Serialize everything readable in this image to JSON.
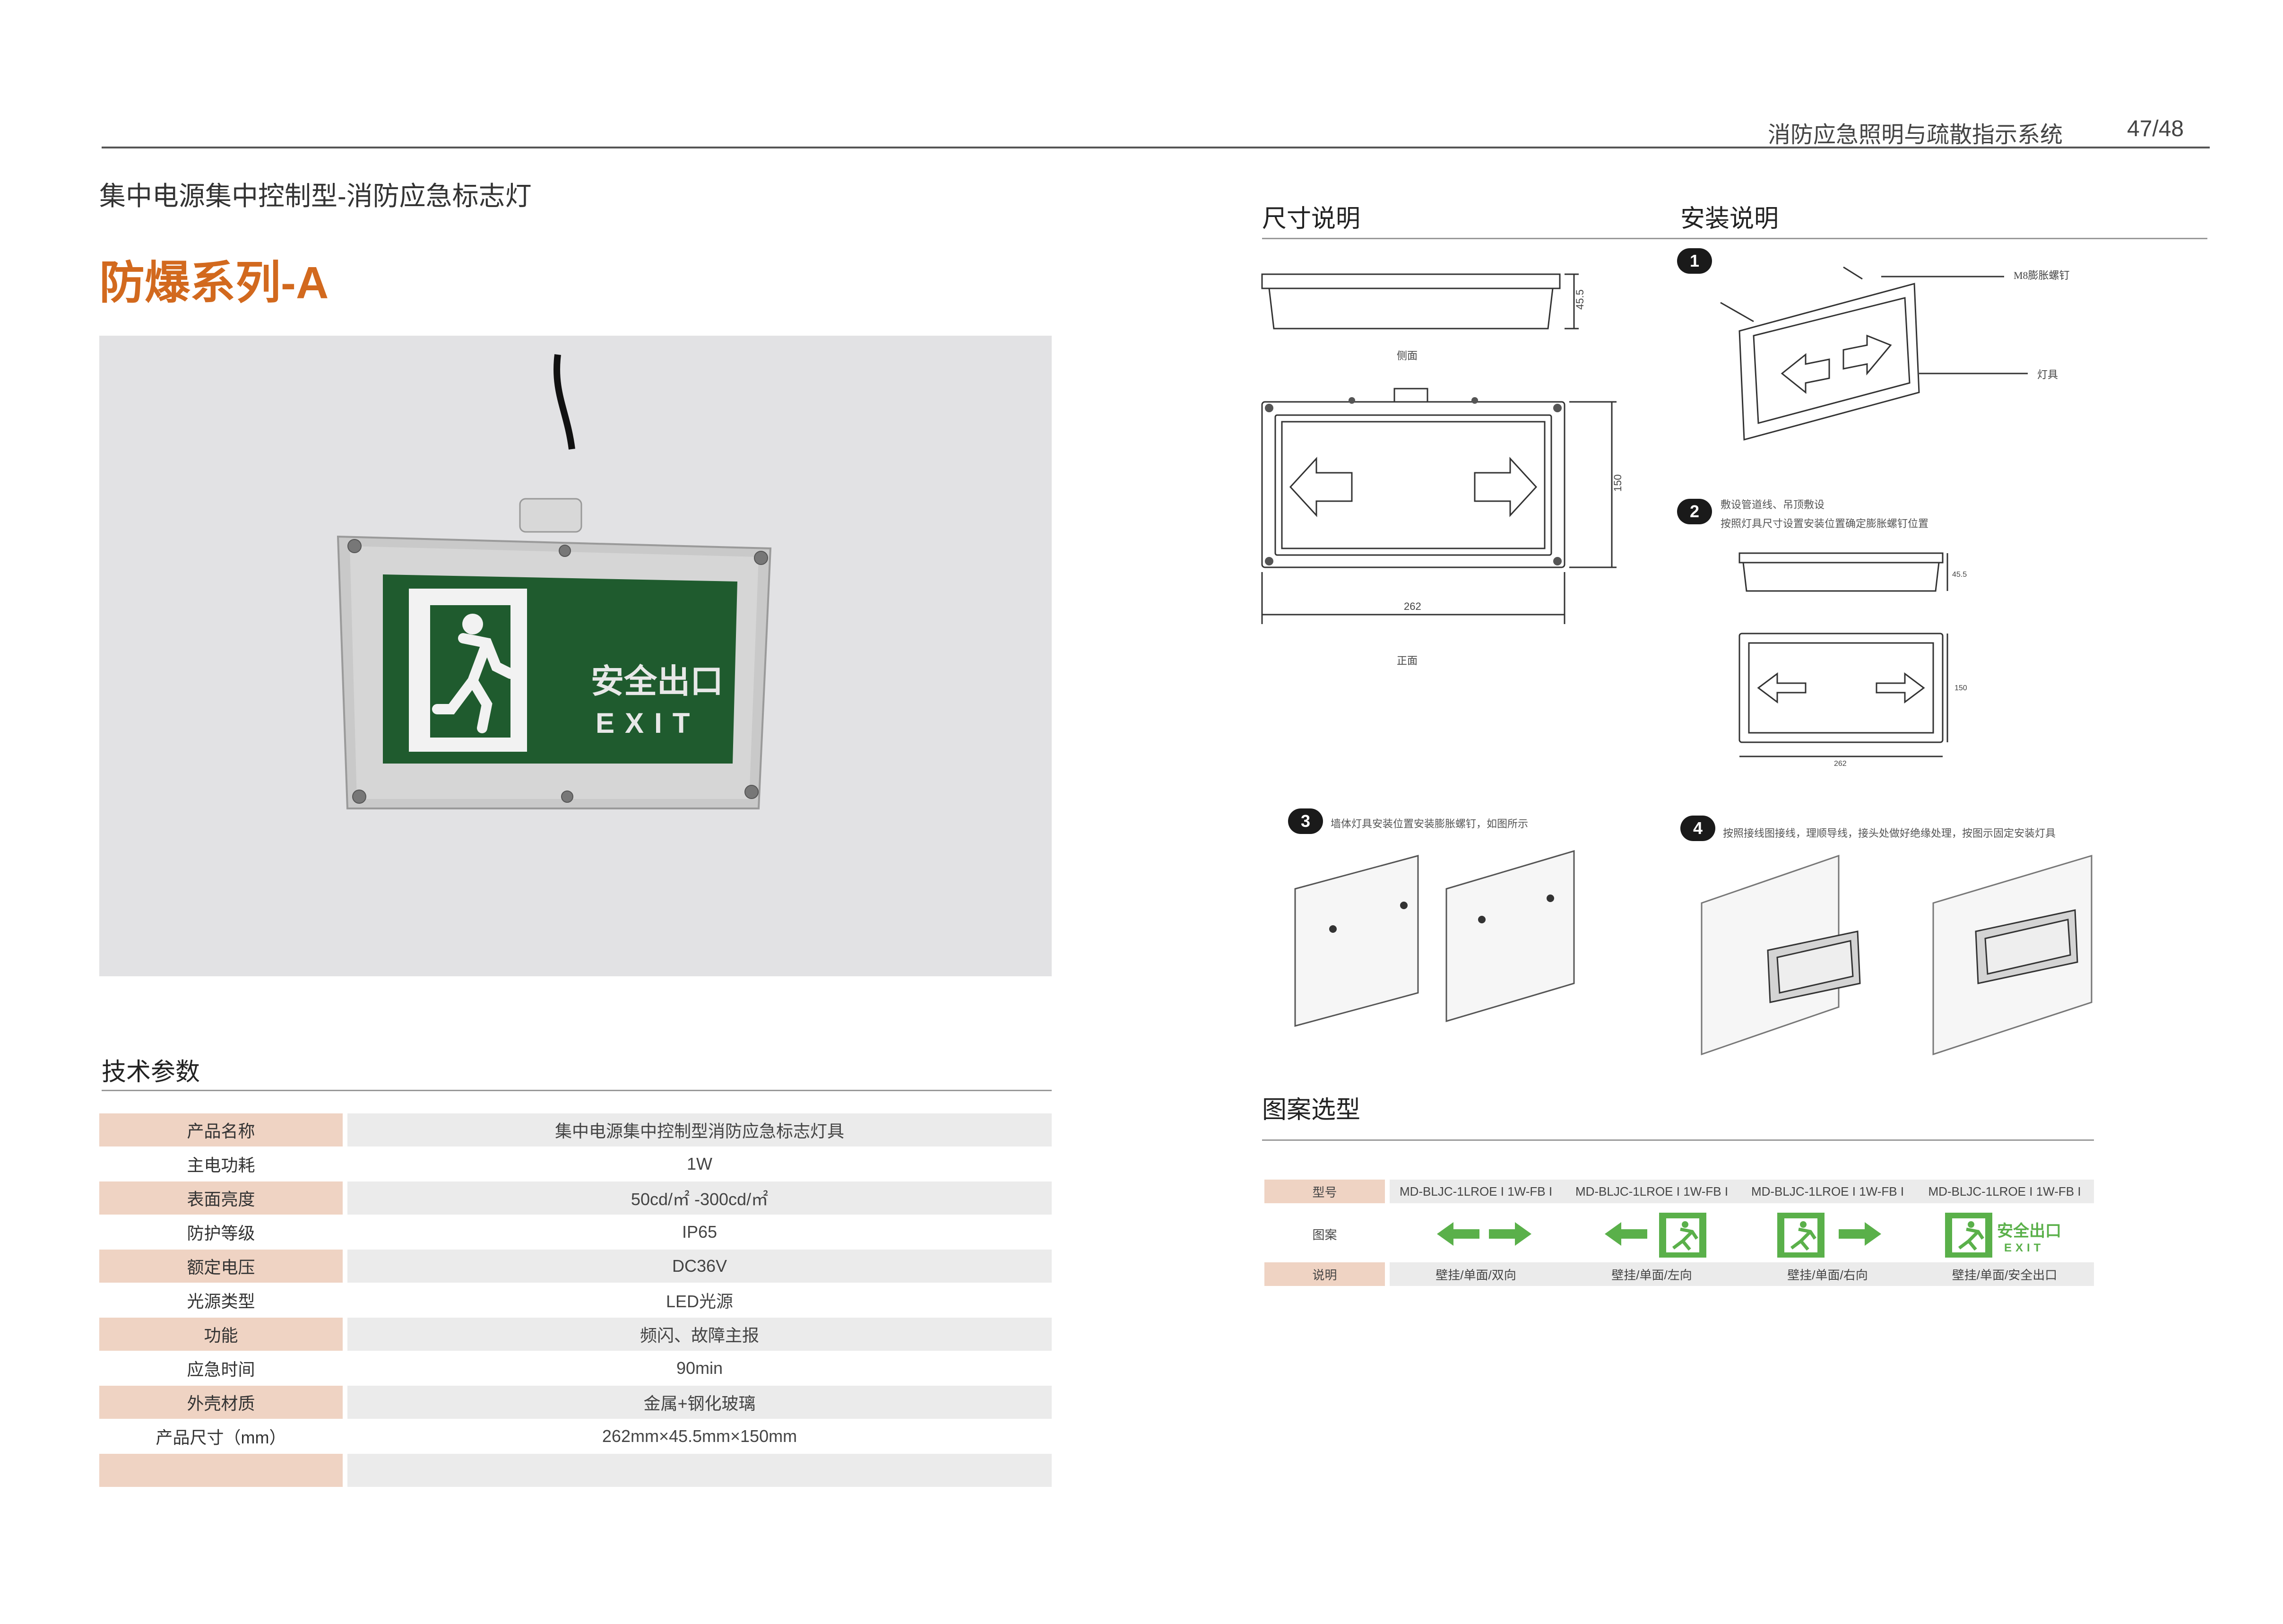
{
  "header": {
    "section_title": "消防应急照明与疏散指示系统",
    "page": "47/48"
  },
  "product": {
    "subtitle": "集中电源集中控制型-消防应急标志灯",
    "series": "防爆系列-A"
  },
  "sign": {
    "cn": "安全出口",
    "en": "EXIT"
  },
  "spec": {
    "title": "技术参数",
    "rows": [
      {
        "key": "产品名称",
        "value": "集中电源集中控制型消防应急标志灯具"
      },
      {
        "key": "主电功耗",
        "value": "1W"
      },
      {
        "key": "表面亮度",
        "value": "50cd/㎡ -300cd/㎡"
      },
      {
        "key": "防护等级",
        "value": "IP65"
      },
      {
        "key": "额定电压",
        "value": "DC36V"
      },
      {
        "key": "光源类型",
        "value": "LED光源"
      },
      {
        "key": "功能",
        "value": "频闪、故障主报"
      },
      {
        "key": "应急时间",
        "value": "90min"
      },
      {
        "key": "外壳材质",
        "value": "金属+钢化玻璃"
      },
      {
        "key": "产品尺寸（mm）",
        "value": "262mm×45.5mm×150mm"
      },
      {
        "key": "",
        "value": ""
      }
    ]
  },
  "dimensions": {
    "title": "尺寸说明",
    "side_label": "侧面",
    "front_label": "正面",
    "dim_height": "45.5",
    "dim_width": "262",
    "dim_depth": "150"
  },
  "install": {
    "title": "安装说明",
    "step1": {
      "num": "1",
      "label_screw": "M8膨胀螺钉",
      "label_lamp": "灯具"
    },
    "step2": {
      "num": "2",
      "line1": "敷设管道线、吊顶敷设",
      "line2": "按照灯具尺寸设置安装位置确定膨胀螺钉位置",
      "dim_h": "45.5",
      "dim_d": "150",
      "dim_w": "262"
    },
    "step3": {
      "num": "3",
      "text": "墙体灯具安装位置安装膨胀螺钉，如图所示"
    },
    "step4": {
      "num": "4",
      "text": "按照接线图接线，理顺导线，接头处做好绝缘处理，按图示固定安装灯具"
    }
  },
  "patterns": {
    "title": "图案选型",
    "row_model": "型号",
    "row_pattern": "图案",
    "row_desc": "说明",
    "models": [
      "MD-BLJC-1LROE I 1W-FB I",
      "MD-BLJC-1LROE I 1W-FB I",
      "MD-BLJC-1LROE I 1W-FB I",
      "MD-BLJC-1LROE I 1W-FB I"
    ],
    "descs": [
      "壁挂/单面/双向",
      "壁挂/单面/左向",
      "壁挂/单面/右向",
      "壁挂/单面/安全出口"
    ],
    "mini_sign_cn": "安全出口",
    "mini_sign_en": "EXIT"
  },
  "colors": {
    "accent": "#d2691e",
    "peach": "#efd3c3",
    "sign_green": "#1f5b2e",
    "pattern_green": "#5ab04a"
  }
}
